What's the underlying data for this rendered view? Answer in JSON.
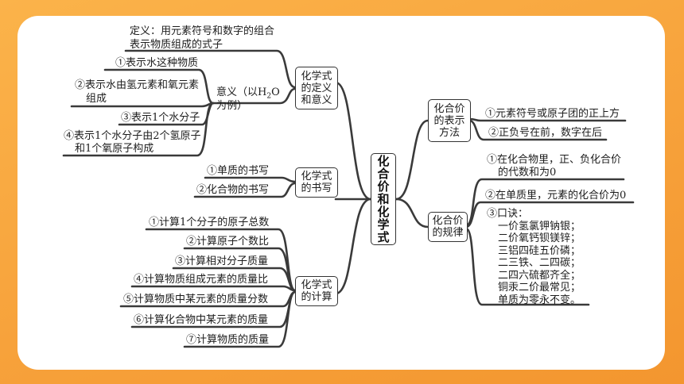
{
  "center": "化合价和化学式",
  "left": {
    "definition": {
      "label": "化学式的定义和意义",
      "label_lines": [
        "化学式",
        "的定义",
        "和意义"
      ],
      "def_lines": [
        "定义：用元素符号和数字的组合",
        "表示物质组成的式子"
      ],
      "meaning_label": "意义（以H₂O为例）",
      "meaning_parts": {
        "a": "意义（以H",
        "sub": "2",
        "b": "O",
        "c": "为例）"
      },
      "items": [
        [
          "①表示水这种物质"
        ],
        [
          "②表示水由氢元素和氧元素",
          "组成"
        ],
        [
          "③表示1个水分子"
        ],
        [
          "④表示1个水分子由2个氢原子",
          "和1个氧原子构成"
        ]
      ]
    },
    "writing": {
      "label_lines": [
        "化学式",
        "的书写"
      ],
      "items": [
        "①单质的书写",
        "②化合物的书写"
      ]
    },
    "calc": {
      "label_lines": [
        "化学式",
        "的计算"
      ],
      "items": [
        "①计算1个分子的原子总数",
        "②计算原子个数比",
        "③计算相对分子质量",
        "④计算物质组成元素的质量比",
        "⑤计算物质中某元素的质量分数",
        "⑥计算化合物中某元素的质量",
        "⑦计算物质的质量"
      ]
    }
  },
  "right": {
    "repr": {
      "label_lines": [
        "化合价",
        "的表示",
        "方法"
      ],
      "items": [
        "①元素符号或原子团的正上方",
        "②正负号在前，数字在后"
      ]
    },
    "rule": {
      "label_lines": [
        "化合价",
        "的规律"
      ],
      "item1": [
        "①在化合物里，正、负化合价",
        "的代数和为0"
      ],
      "item2": "②在单质里，元素的化合价为0",
      "item3_title": "③口诀：",
      "item3_lines": [
        "一价氢氯钾钠银；",
        "二价氧钙钡镁锌；",
        "三铝四硅五价磷；",
        "二三铁、二四碳；",
        "二四六硫都齐全；",
        "铜汞二价最常见；",
        "单质为零永不变。"
      ]
    }
  }
}
